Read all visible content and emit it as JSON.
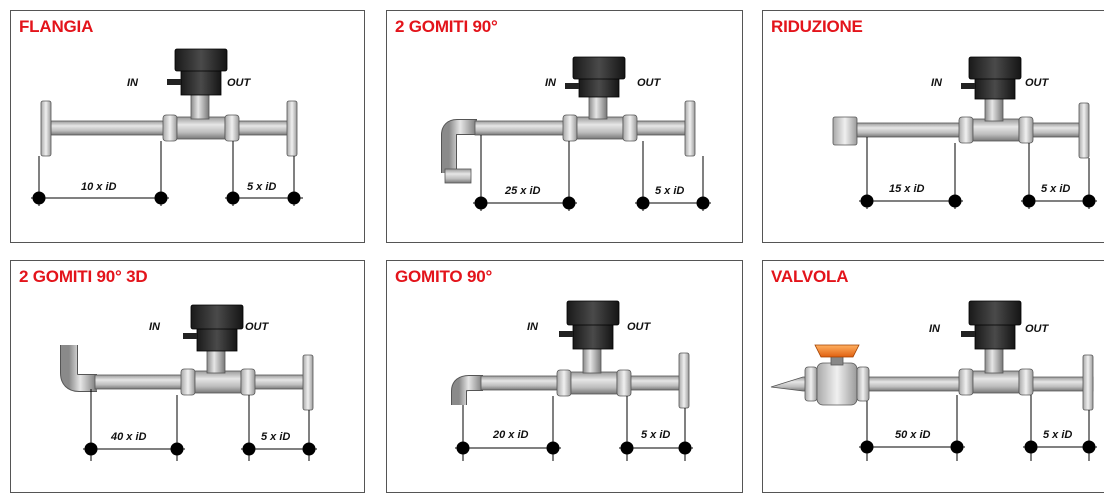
{
  "labels": {
    "in": "IN",
    "out": "OUT"
  },
  "panels": [
    {
      "title": "FLANGIA",
      "upstream": "10 x iD",
      "downstream": "5 x iD"
    },
    {
      "title": "2 GOMITI 90°",
      "upstream": "25 x iD",
      "downstream": "5 x iD"
    },
    {
      "title": "RIDUZIONE",
      "upstream": "15 x iD",
      "downstream": "5 x iD"
    },
    {
      "title": "2 GOMITI 90° 3D",
      "upstream": "40 x iD",
      "downstream": "5 x iD"
    },
    {
      "title": "GOMITO 90°",
      "upstream": "20 x iD",
      "downstream": "5 x iD"
    },
    {
      "title": "VALVOLA",
      "upstream": "50 x iD",
      "downstream": "5 x iD"
    }
  ],
  "colors": {
    "title": "#e3141b",
    "pipe": "#c8c8c8",
    "sensor": "#2a2a2a",
    "valve_handle": "#f07a1a"
  }
}
